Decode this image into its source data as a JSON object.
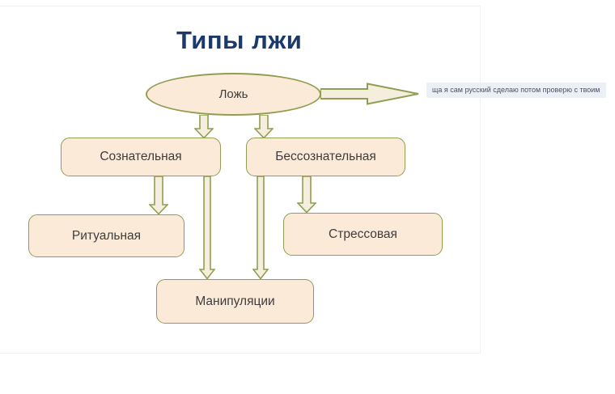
{
  "slide": {
    "title": "Типы лжи"
  },
  "comment": {
    "text": "ща я сам русский сделаю потом проверю с твоим"
  },
  "nodes": {
    "root": "Ложь",
    "conscious": "Сознательная",
    "unconscious": "Бессознательная",
    "ritual": "Ритуальная",
    "stress": "Стрессовая",
    "manipulation": "Манипуляции"
  },
  "colors": {
    "title_text": "#1b3a6b",
    "node_fill": "#fcead9",
    "node_border": "#8f9e51",
    "arrow_fill": "#f5eedd",
    "node_text": "#3d3d3d",
    "comment_bg": "#edeff7",
    "comment_text": "#44546a",
    "canvas_bg": "#ffffff",
    "slide_edge": "#f2f2f2"
  }
}
